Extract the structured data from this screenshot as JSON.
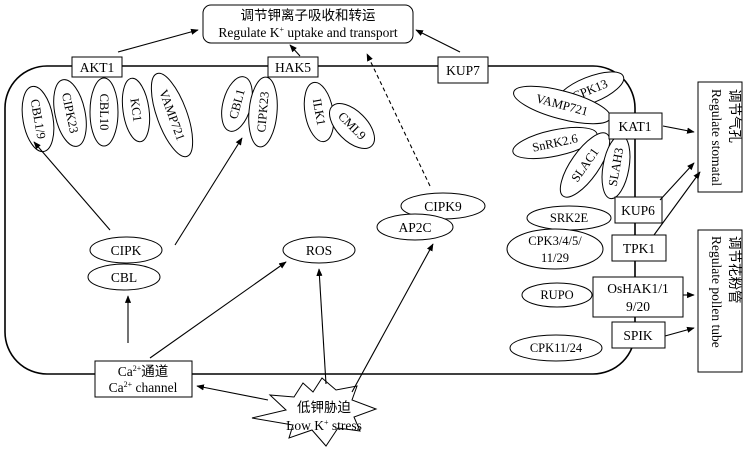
{
  "top_box": {
    "zh": "调节钾离子吸收和转运",
    "en_prefix": "Regulate K",
    "en_sup": "+",
    "en_suffix": " uptake and transport"
  },
  "transporters": {
    "akt1": "AKT1",
    "hak5": "HAK5",
    "kup7": "KUP7",
    "kat1": "KAT1",
    "kup6": "KUP6",
    "tpk1": "TPK1",
    "oshak": [
      "OsHAK1/1",
      "9/20"
    ],
    "spik": "SPIK"
  },
  "akt1_regulators": [
    "CBL1/9",
    "CIPK23",
    "CBL10",
    "KC1",
    "VAMP721"
  ],
  "hak5_regulators": [
    "CBL1",
    "CIPK23",
    "ILK1",
    "CML9"
  ],
  "kat1_regulators": [
    "CPK13",
    "VAMP721",
    "SnRK2.6",
    "SLAC1",
    "SLAH3"
  ],
  "kup6_regulator": "SRK2E",
  "tpk1_regulator": [
    "CPK3/4/5/",
    "11/29"
  ],
  "oshak_regulator": "RUPO",
  "spik_regulator": "CPK11/24",
  "signals": {
    "cipk": "CIPK",
    "cbl": "CBL",
    "ros": "ROS",
    "cipk9": "CIPK9",
    "ap2c": "AP2C"
  },
  "ca_channel": {
    "zh_prefix": "Ca",
    "zh_sup": "2+",
    "zh_suffix": "通道",
    "en_prefix": "Ca",
    "en_sup": "2+",
    "en_suffix": " channel"
  },
  "stress": {
    "zh": "低钾胁迫",
    "en_prefix": "Low K",
    "en_sup": "+",
    "en_suffix": " stress"
  },
  "stomatal_box": {
    "zh": "调节气孔",
    "en": "Regulate stomatal"
  },
  "pollen_box": {
    "zh": "调节花粉管",
    "en": "Regulate pollen tube"
  }
}
